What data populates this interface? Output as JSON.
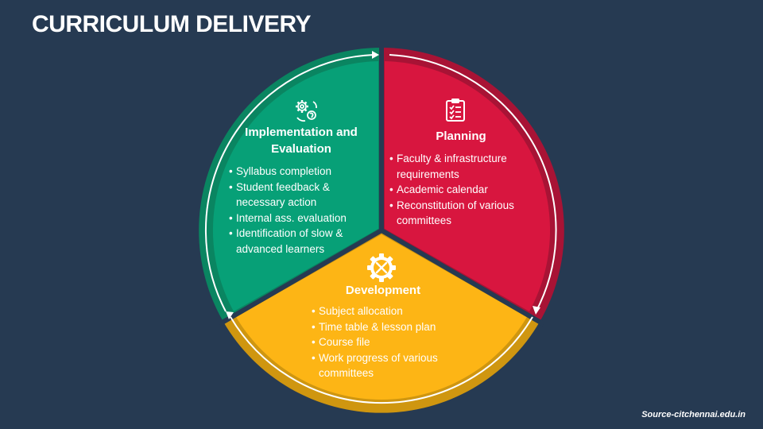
{
  "title": "CURRICULUM DELIVERY",
  "source": "Source-citchennai.edu.in",
  "colors": {
    "background": "#263a52",
    "planning": "#d8163f",
    "planning_rim": "#a81335",
    "development": "#fdb515",
    "development_rim": "#cf9610",
    "implementation": "#07a077",
    "implementation_rim": "#0a8561"
  },
  "segments": {
    "planning": {
      "title": "Planning",
      "icon": "clipboard-checklist-icon",
      "items": [
        "Faculty & infrastructure requirements",
        "Academic calendar",
        "Reconstitution of various committees"
      ]
    },
    "development": {
      "title": "Development",
      "icon": "wrench-screwdriver-gear-icon",
      "items": [
        "Subject allocation",
        "Time table & lesson plan",
        "Course file",
        "Work progress of various committees"
      ]
    },
    "implementation": {
      "title": "Implementation and Evaluation",
      "icon": "gears-lightbulb-icon",
      "items": [
        "Syllabus completion",
        "Student feedback & necessary action",
        "Internal ass. evaluation",
        "Identification of slow & advanced learners"
      ]
    }
  }
}
